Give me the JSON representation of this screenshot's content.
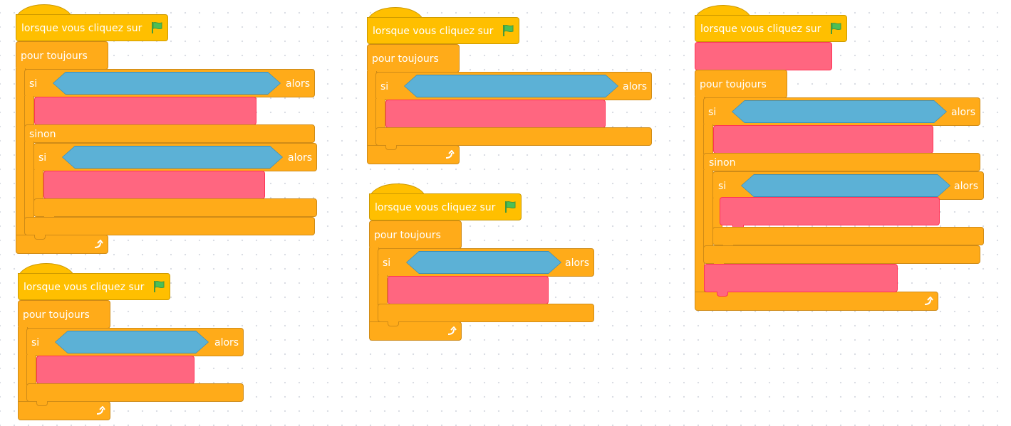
{
  "workspace": {
    "background": "#ffffff",
    "grid_dot_color": "#d8dbe2"
  },
  "colors": {
    "event_hat": "#ffbf00",
    "control": "#ffab19",
    "looks_stack": "#ff6680",
    "sensing_boolean": "#5cb1d6",
    "flag_green": "#4cbf56"
  },
  "icons": {
    "flag": "green-flag-icon",
    "loop": "loop-arrow-icon"
  },
  "labels": {
    "when_flag_clicked": "lorsque vous cliquez sur",
    "forever": "pour toujours",
    "if": "si",
    "then": "alors",
    "else": "sinon"
  },
  "scripts": [
    {
      "id": "script-1",
      "structure": "forever > if-else > nested if"
    },
    {
      "id": "script-2",
      "structure": "forever > if"
    },
    {
      "id": "script-3",
      "structure": "forever > if"
    },
    {
      "id": "script-4",
      "structure": "forever > if"
    },
    {
      "id": "script-5",
      "structure": "stack > forever > if-else > nested if, stack"
    }
  ]
}
